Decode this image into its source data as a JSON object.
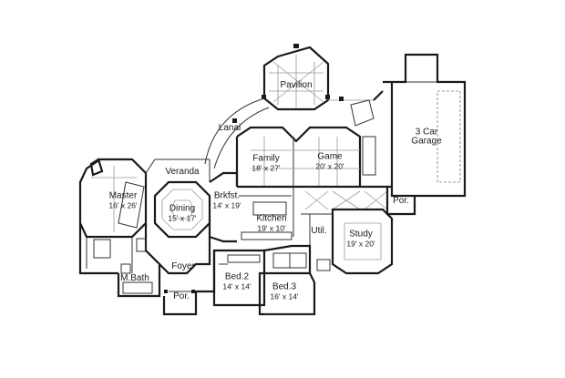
{
  "rooms": [
    {
      "name": "Pavilion",
      "dims": ""
    },
    {
      "name": "Lanai",
      "dims": ""
    },
    {
      "name": "3 Car\nGarage",
      "dims": ""
    },
    {
      "name": "Veranda",
      "dims": ""
    },
    {
      "name": "Family",
      "dims": "18' x 27'"
    },
    {
      "name": "Game",
      "dims": "20' x 20'"
    },
    {
      "name": "Master",
      "dims": "16' x 26'"
    },
    {
      "name": "Dining",
      "dims": "15' x 17'"
    },
    {
      "name": "Brkfst.",
      "dims": "14' x 19'"
    },
    {
      "name": "Kitchen",
      "dims": "19' x 10'"
    },
    {
      "name": "Por.",
      "dims": ""
    },
    {
      "name": "Util.",
      "dims": ""
    },
    {
      "name": "Study",
      "dims": "19' x 20'"
    },
    {
      "name": "Foyer",
      "dims": ""
    },
    {
      "name": "M.Bath",
      "dims": ""
    },
    {
      "name": "Bed.2",
      "dims": "14' x 14'"
    },
    {
      "name": "Bed.3",
      "dims": "16' x 14'"
    },
    {
      "name": "Por.",
      "dims": ""
    }
  ]
}
